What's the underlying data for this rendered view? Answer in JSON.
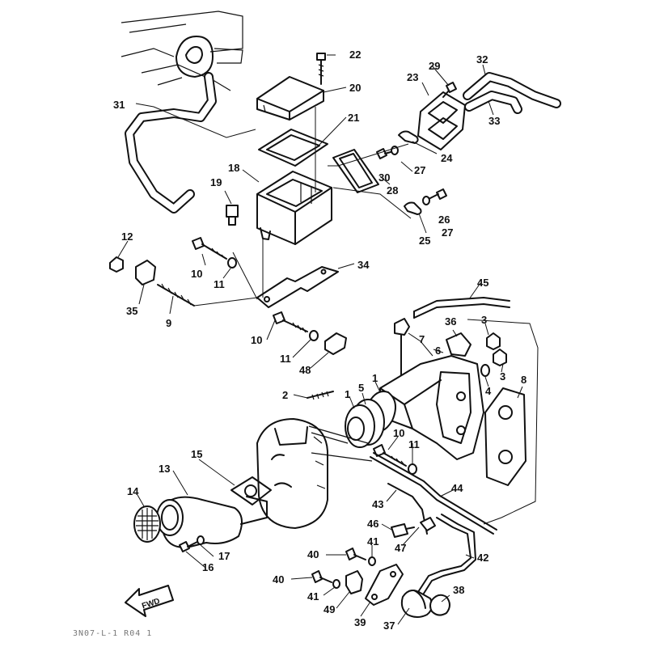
{
  "callouts": [
    {
      "n": "22"
    },
    {
      "n": "20"
    },
    {
      "n": "21"
    },
    {
      "n": "18"
    },
    {
      "n": "19"
    },
    {
      "n": "31"
    },
    {
      "n": "29"
    },
    {
      "n": "32"
    },
    {
      "n": "23"
    },
    {
      "n": "33"
    },
    {
      "n": "24"
    },
    {
      "n": "27"
    },
    {
      "n": "30"
    },
    {
      "n": "28"
    },
    {
      "n": "26"
    },
    {
      "n": "27"
    },
    {
      "n": "25"
    },
    {
      "n": "12"
    },
    {
      "n": "10"
    },
    {
      "n": "11"
    },
    {
      "n": "34"
    },
    {
      "n": "35"
    },
    {
      "n": "9"
    },
    {
      "n": "45"
    },
    {
      "n": "36"
    },
    {
      "n": "3"
    },
    {
      "n": "10"
    },
    {
      "n": "7"
    },
    {
      "n": "6"
    },
    {
      "n": "11"
    },
    {
      "n": "48"
    },
    {
      "n": "3"
    },
    {
      "n": "8"
    },
    {
      "n": "4"
    },
    {
      "n": "2"
    },
    {
      "n": "1"
    },
    {
      "n": "5"
    },
    {
      "n": "1"
    },
    {
      "n": "10"
    },
    {
      "n": "11"
    },
    {
      "n": "15"
    },
    {
      "n": "13"
    },
    {
      "n": "14"
    },
    {
      "n": "44"
    },
    {
      "n": "43"
    },
    {
      "n": "46"
    },
    {
      "n": "41"
    },
    {
      "n": "47"
    },
    {
      "n": "17"
    },
    {
      "n": "16"
    },
    {
      "n": "40"
    },
    {
      "n": "42"
    },
    {
      "n": "40"
    },
    {
      "n": "41"
    },
    {
      "n": "49"
    },
    {
      "n": "38"
    },
    {
      "n": "39"
    },
    {
      "n": "37"
    }
  ],
  "fwd_label": "FWD",
  "footer_text": "3N07-L-1  R04    1"
}
